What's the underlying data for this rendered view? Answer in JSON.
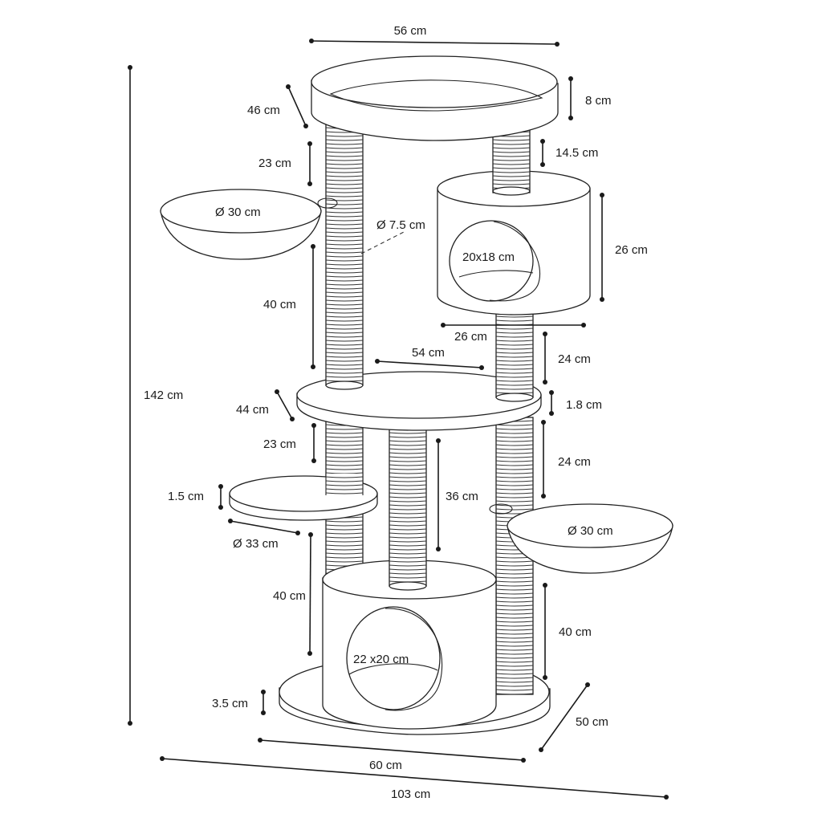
{
  "diagram": {
    "subject": "cat tree dimensions",
    "labels": {
      "top_bed_width": "56 cm",
      "top_bed_depth": "46 cm",
      "top_bed_height": "8 cm",
      "upper_right_post": "14.5 cm",
      "upper_left_gap": "23 cm",
      "left_hammock_diameter": "Ø 30 cm",
      "post_diameter": "Ø 7.5 cm",
      "upper_condo_opening": "20x18 cm",
      "upper_condo_height": "26 cm",
      "upper_condo_width": "26 cm",
      "upper_left_post": "40 cm",
      "mid_platform_width": "54 cm",
      "mid_right_post": "24 cm",
      "mid_platform_thickness": "1.8 cm",
      "total_height": "142 cm",
      "mid_platform_depth": "44 cm",
      "lower_left_gap": "23 cm",
      "lower_right_gap": "24 cm",
      "small_platform_thickness": "1.5 cm",
      "center_post": "36 cm",
      "right_hammock_diameter": "Ø 30 cm",
      "small_platform_diameter": "Ø 33 cm",
      "lower_left_post": "40 cm",
      "lower_right_post": "40 cm",
      "lower_condo_opening": "22 x20 cm",
      "base_thickness": "3.5 cm",
      "base_depth": "50 cm",
      "base_width": "60 cm",
      "total_width": "103 cm"
    }
  }
}
